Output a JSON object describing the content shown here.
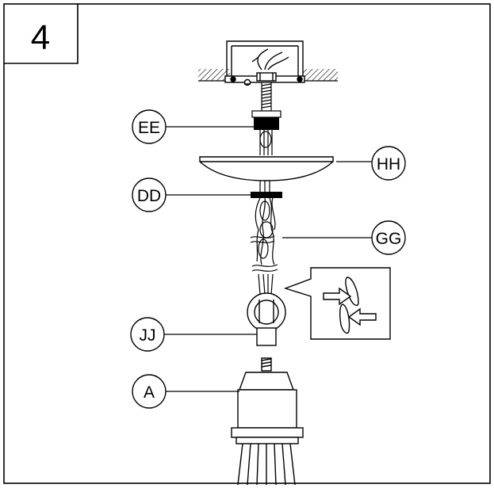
{
  "step": {
    "number": "4"
  },
  "callouts": {
    "ee": "EE",
    "hh": "HH",
    "dd": "DD",
    "gg": "GG",
    "jj": "JJ",
    "a": "A"
  },
  "colors": {
    "line": "#000000",
    "background": "#ffffff",
    "hatch": "#000000"
  },
  "icons": {
    "detail_inset": "hook-link-detail-icon",
    "arrows": "arrow-right-icon"
  }
}
